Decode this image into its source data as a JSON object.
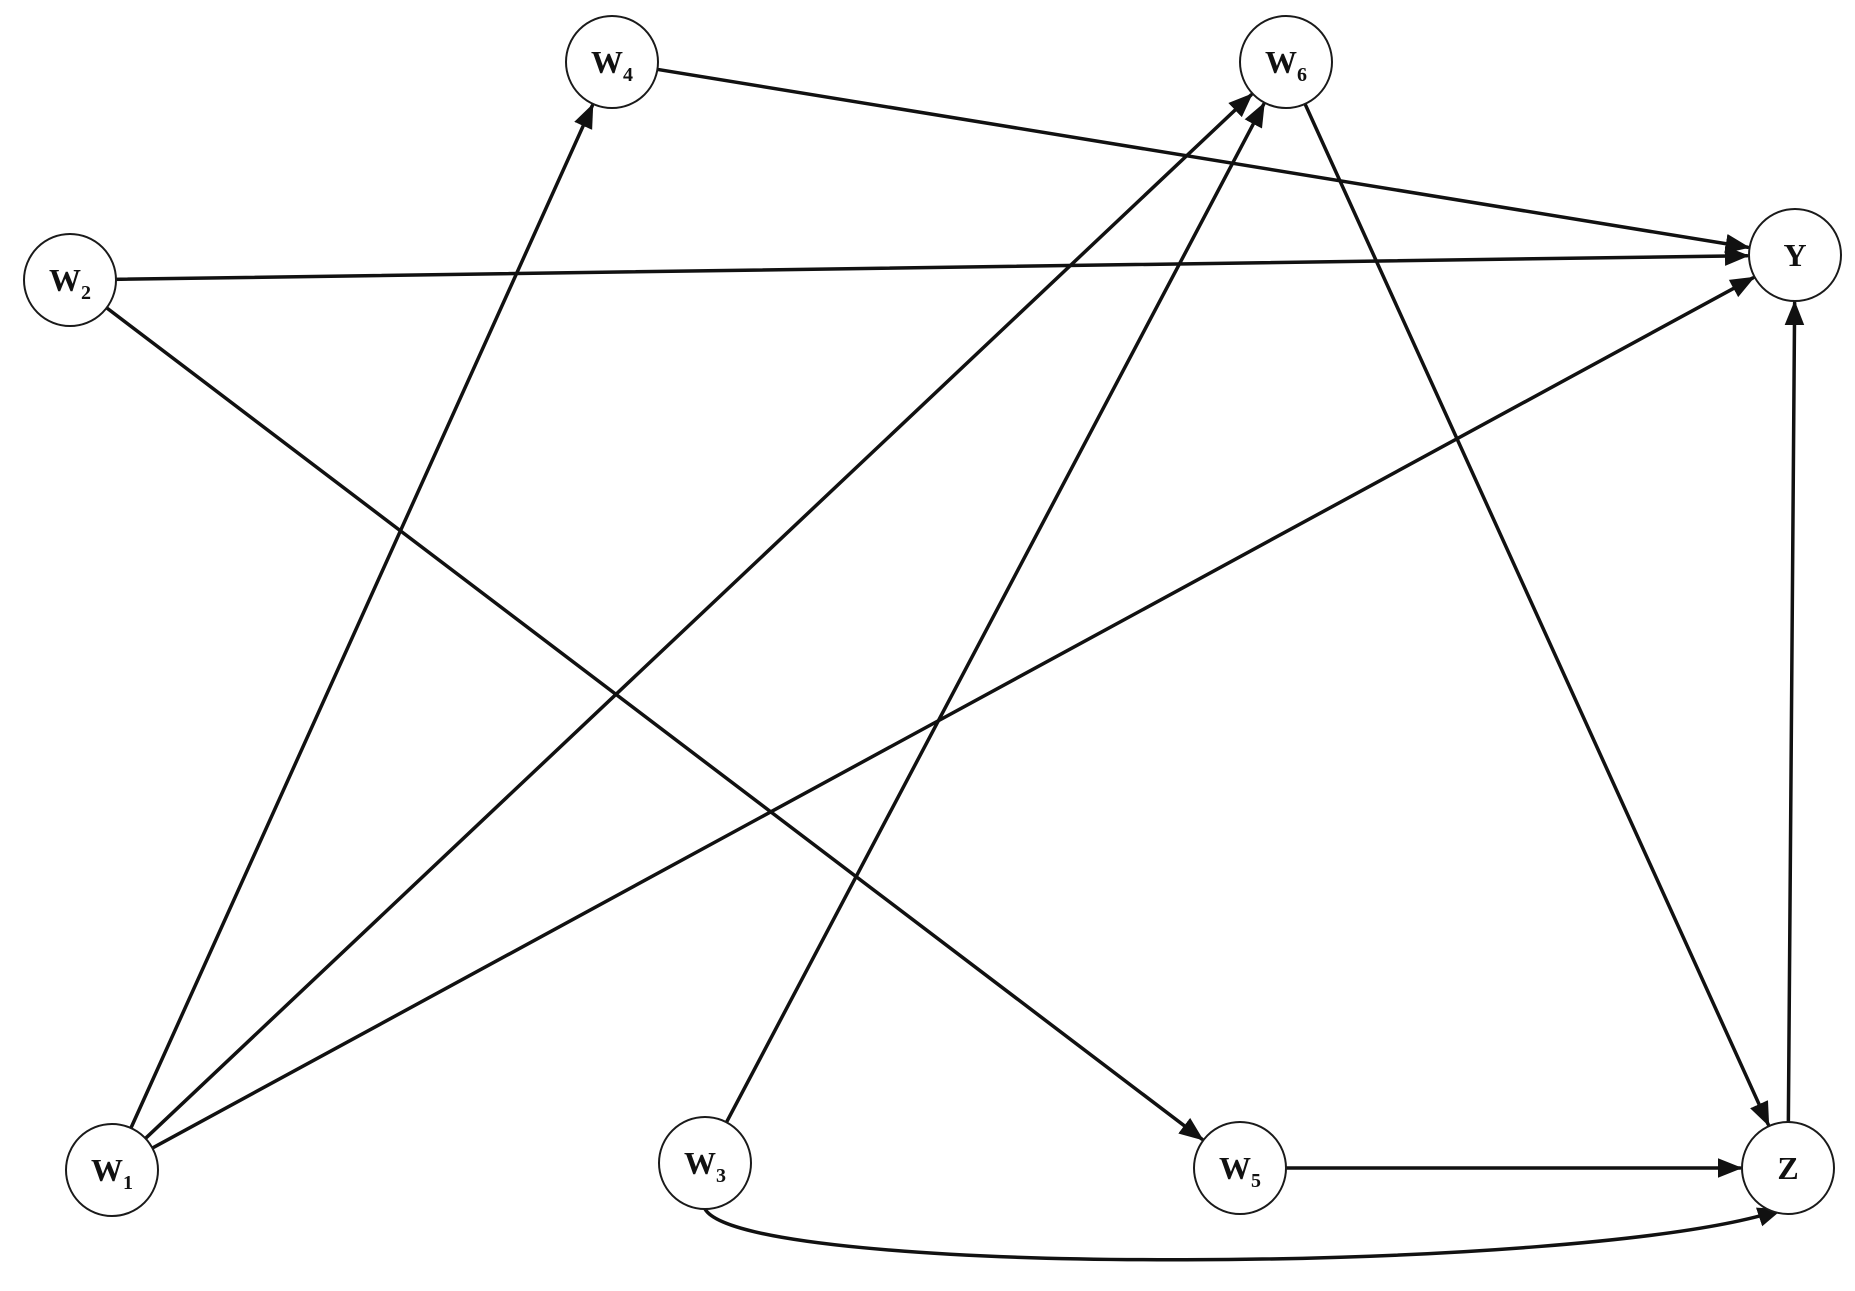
{
  "diagram": {
    "type": "directed-graph",
    "line_color": "#111111",
    "node_fill": "#ffffff",
    "nodes": [
      {
        "id": "W4",
        "letter": "W",
        "sub": "4"
      },
      {
        "id": "W6",
        "letter": "W",
        "sub": "6"
      },
      {
        "id": "W2",
        "letter": "W",
        "sub": "2"
      },
      {
        "id": "Y",
        "letter": "Y",
        "sub": ""
      },
      {
        "id": "W1",
        "letter": "W",
        "sub": "1"
      },
      {
        "id": "W3",
        "letter": "W",
        "sub": "3"
      },
      {
        "id": "W5",
        "letter": "W",
        "sub": "5"
      },
      {
        "id": "Z",
        "letter": "Z",
        "sub": ""
      }
    ],
    "edges": [
      {
        "from": "W4",
        "to": "Y"
      },
      {
        "from": "W2",
        "to": "Y"
      },
      {
        "from": "W2",
        "to": "W5"
      },
      {
        "from": "W1",
        "to": "W4"
      },
      {
        "from": "W1",
        "to": "W6"
      },
      {
        "from": "W1",
        "to": "Y"
      },
      {
        "from": "W3",
        "to": "W6"
      },
      {
        "from": "W6",
        "to": "Z"
      },
      {
        "from": "W5",
        "to": "Z"
      },
      {
        "from": "W3",
        "to": "Z",
        "curved": true
      },
      {
        "from": "Z",
        "to": "Y"
      }
    ]
  }
}
